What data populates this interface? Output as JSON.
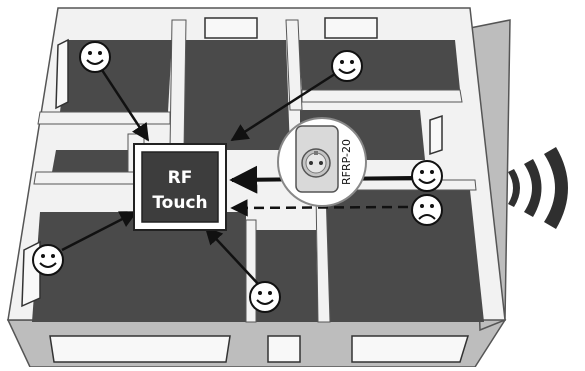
{
  "device": {
    "line1": "RF",
    "line2": "Touch"
  },
  "repeater": {
    "label": "RFRP-20"
  },
  "colors": {
    "floor": "#4a4a4a",
    "wall_top": "#f2f2f2",
    "wall_side": "#bdbdbd",
    "device_panel": "#3d3d3d",
    "signal": "#2f2f2f"
  },
  "icons": {
    "happy": "smiley-happy-icon",
    "sad": "smiley-sad-icon",
    "signal": "wireless-signal-icon",
    "socket": "power-socket-icon"
  }
}
